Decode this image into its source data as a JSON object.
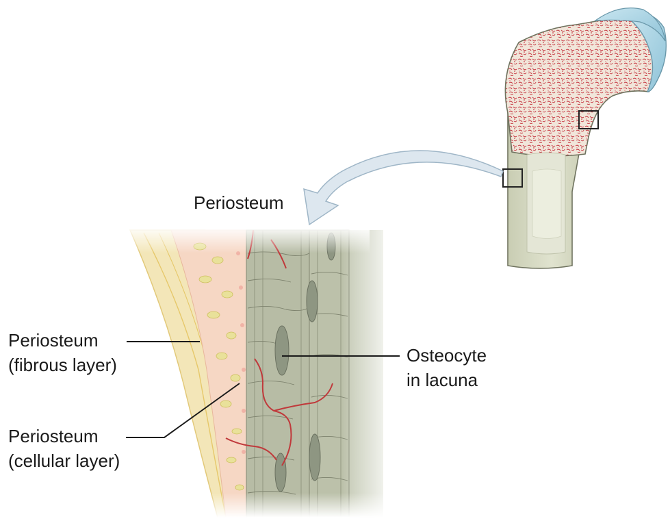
{
  "labels": {
    "periosteum_top": "Periosteum",
    "fibrous_line1": "Periosteum",
    "fibrous_line2": "(fibrous layer)",
    "cellular_line1": "Periosteum",
    "cellular_line2": "(cellular layer)",
    "osteocyte_line1": "Osteocyte",
    "osteocyte_line2": "in lacuna"
  },
  "colors": {
    "bone_shaft": "#d9dcc6",
    "spongy_bone_red": "#c8414a",
    "articular_cartilage": "#a9d4e4",
    "fibrous_layer": "#f3e6b8",
    "cellular_layer": "#f6c9b6",
    "compact_bone": "#b9bfa9",
    "blood_vessel": "#c0393b",
    "arrow": "#dde7ef"
  }
}
